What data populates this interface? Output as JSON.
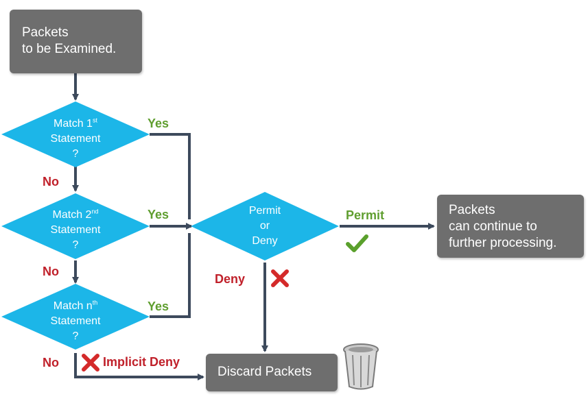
{
  "start_box": {
    "line1": "Packets",
    "line2": "to be Examined."
  },
  "decisions": [
    {
      "line1": "Match 1",
      "sup": "st",
      "line2": "Statement",
      "line3": "?"
    },
    {
      "line1": "Match 2",
      "sup": "nd",
      "line2": "Statement",
      "line3": "?"
    },
    {
      "line1": "Match n",
      "sup": "th",
      "line2": "Statement",
      "line3": "?"
    }
  ],
  "permit_deny": {
    "line1": "Permit",
    "line2": "or",
    "line3": "Deny"
  },
  "labels": {
    "yes": "Yes",
    "no": "No",
    "permit": "Permit",
    "deny": "Deny",
    "implicit_deny": "Implicit Deny"
  },
  "continue_box": {
    "line1": "Packets",
    "line2": "can continue to",
    "line3": "further processing."
  },
  "discard_box": {
    "label": "Discard Packets"
  },
  "icons": {
    "check": "check-icon",
    "cross": "x-icon",
    "trash": "trash-can-icon"
  },
  "colors": {
    "diamond": "#1cb6e8",
    "box": "#6e6e6e",
    "arrow": "#3d4a5c",
    "yes": "#5f9e2f",
    "no": "#c0202a"
  }
}
